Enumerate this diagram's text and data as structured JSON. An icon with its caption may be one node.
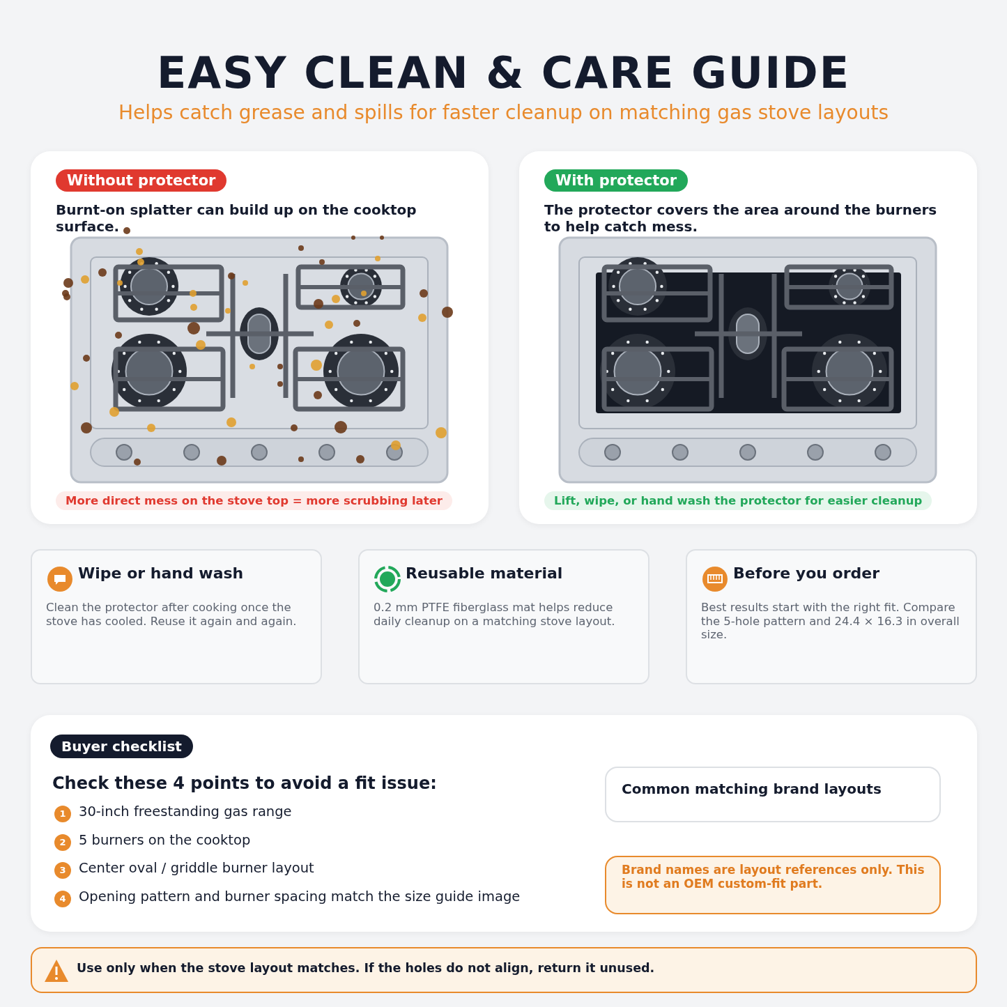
{
  "diagram": {
    "title": "EASY CLEAN & CARE GUIDE",
    "nodes": [
      {
        "text": [
          "Without protector",
          "Burnt-on splatter can build up on the cooktop surface.",
          "More direct mess on the stove top = more scrubbing later"
        ]
      },
      {
        "text": [
          "With protector",
          "The protector covers the area around the burners to help catch mess.",
          "Lift, wipe, or hand wash the protector for easier cleanup"
        ]
      },
      {
        "text": [
          "Wipe or hand wash",
          "Clean the protector after cooking once the stove has cooled. Reuse it again and again."
        ]
      },
      {
        "text": [
          "Reusable material",
          "0.2 mm PTFE fiberglass mat helps reduce daily cleanup on a matching stove layout."
        ]
      },
      {
        "text": [
          "Before you order",
          "Best results start with the right fit. Compare the 5-hole pattern and 24.4 × 16.3 in overall size."
        ]
      },
      {
        "text": [
          "Buyer checklist",
          "Check these 4 points to avoid a fit issue:"
        ]
      },
      {
        "text": [
          "Common matching brand layouts"
        ],
        "in": 5
      },
      {
        "text": [
          "Brand names are layout references only. This is not an OEM custom-fit part."
        ],
        "in": 5
      },
      {
        "text": [
          "Use only when the stove layout matches. If the holes do not align, return it unused."
        ]
      }
    ],
    "labels": [
      "Helps catch grease and spills for faster cleanup on matching gas stove layouts",
      "1",
      "30-inch freestanding gas range",
      "2",
      "5 burners on the cooktop",
      "3",
      "Center oval / griddle burner layout",
      "4",
      "Opening pattern and burner spacing match the size guide image"
    ]
  }
}
